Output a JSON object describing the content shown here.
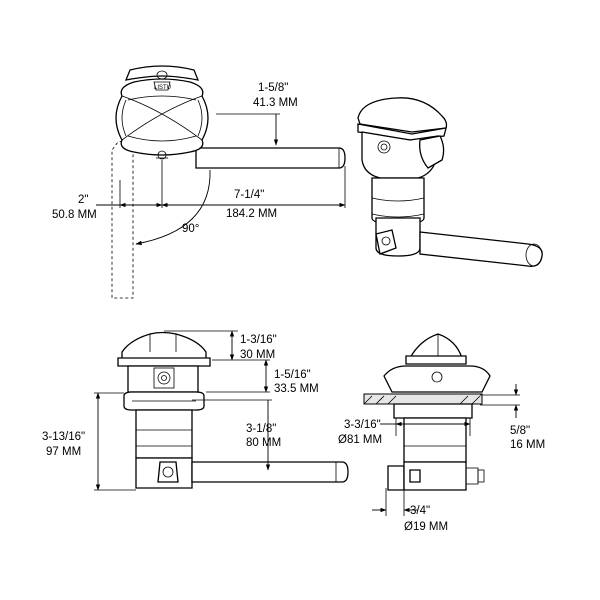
{
  "top_view": {
    "dim_top_imperial": "1-5/8\"",
    "dim_top_metric": "41.3 MM",
    "dim_offset_imperial": "2\"",
    "dim_offset_metric": "50.8 MM",
    "dim_length_imperial": "7-1/4\"",
    "dim_length_metric": "184.2 MM",
    "angle": "90°"
  },
  "front_view": {
    "dim_cap_imperial": "1-3/16\"",
    "dim_cap_metric": "30 MM",
    "dim_body_imperial": "1-5/16\"",
    "dim_body_metric": "33.5 MM",
    "dim_total_imperial": "3-13/16\"",
    "dim_total_metric": "97 MM",
    "dim_handle_imperial": "3-1/8\"",
    "dim_handle_metric": "80 MM"
  },
  "side_view": {
    "dim_dia_imperial": "3-3/16\"",
    "dim_dia_metric": "Ø81 MM",
    "dim_plate_imperial": "5/8\"",
    "dim_plate_metric": "16 MM",
    "dim_inlet_imperial": "3/4\"",
    "dim_inlet_metric": "Ø19 MM"
  }
}
